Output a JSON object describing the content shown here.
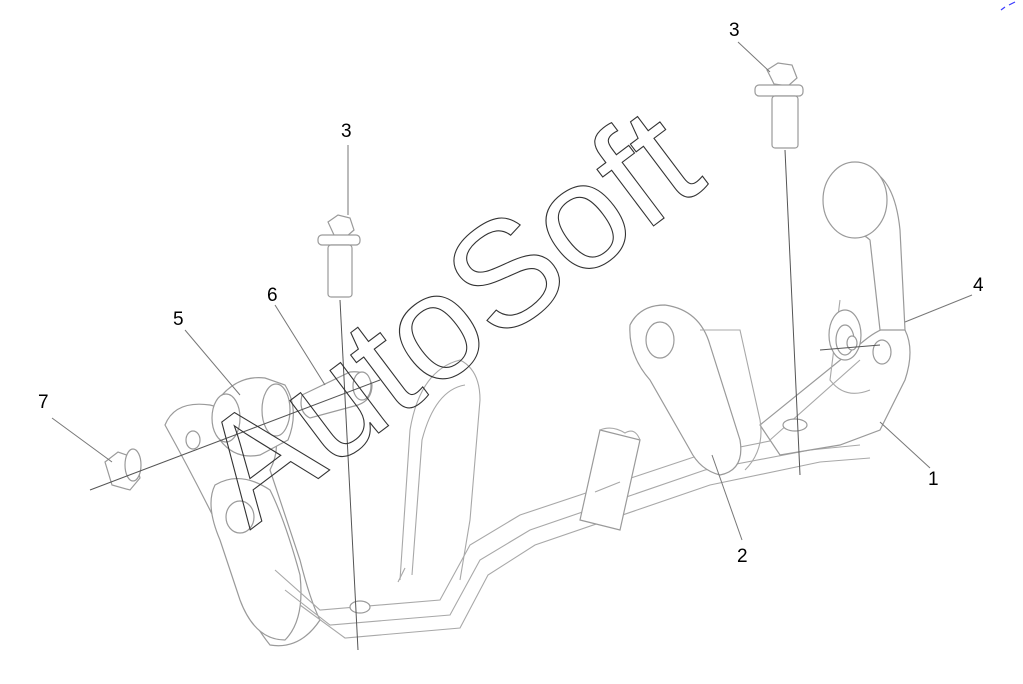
{
  "callouts": {
    "c1": "1",
    "c2": "2",
    "c3a": "3",
    "c3b": "3",
    "c4": "4",
    "c5": "5",
    "c6": "6",
    "c7": "7"
  },
  "watermark": "AutoSoft",
  "colors": {
    "line": "#9a9a9a",
    "text": "#000000",
    "corner_mark": "#3a3aff"
  }
}
